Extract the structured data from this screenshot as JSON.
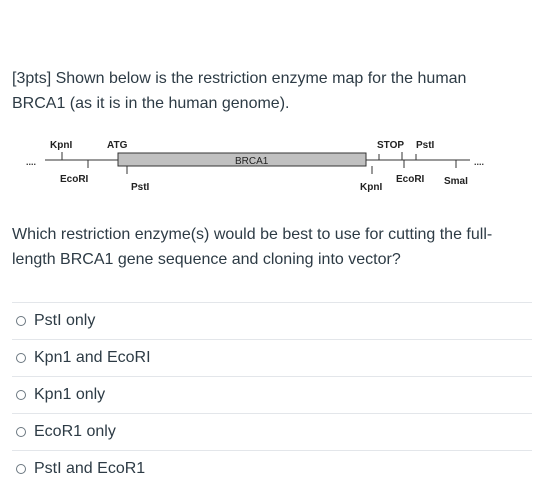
{
  "question": {
    "prompt_line1": "[3pts] Shown below is the restriction enzyme map for the human",
    "prompt_line2": "BRCA1 (as it is in the human genome).",
    "text_line1": "Which restriction enzyme(s) would be best to use for cutting the full-",
    "text_line2": "length BRCA1 gene sequence and cloning into vector?"
  },
  "map": {
    "gene_label": "BRCA1",
    "start_label": "ATG",
    "stop_label": "STOP",
    "ellipsis": "....",
    "sites_above": [
      "KpnI",
      "PstI"
    ],
    "sites_below": [
      "EcoRI",
      "PstI",
      "KpnI",
      "EcoRI",
      "SmaI"
    ],
    "gene_fill": "#c0c0c0"
  },
  "answers": [
    {
      "label": "PstI only"
    },
    {
      "label": "Kpn1 and EcoRI"
    },
    {
      "label": "Kpn1 only"
    },
    {
      "label": "EcoR1 only"
    },
    {
      "label": "PstI and EcoR1"
    }
  ]
}
